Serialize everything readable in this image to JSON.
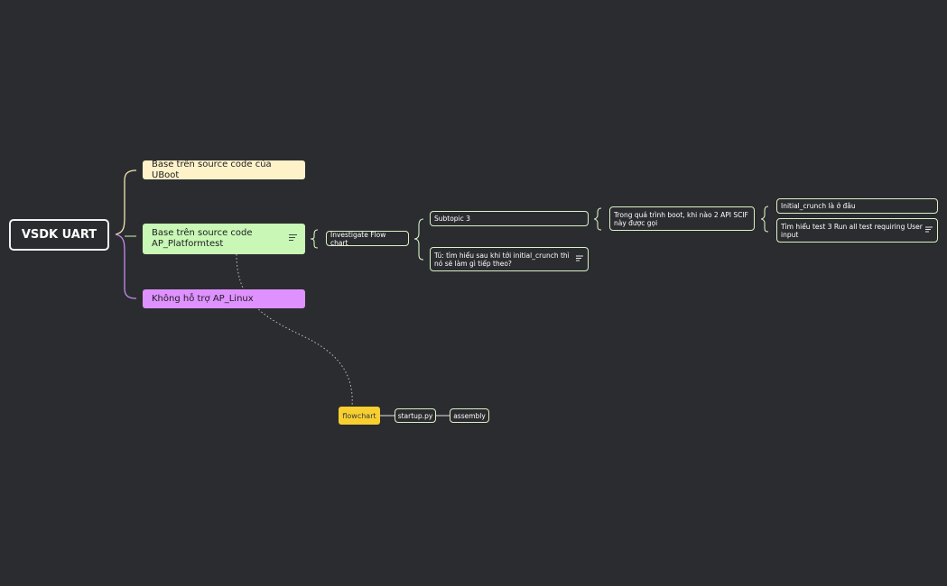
{
  "mindmap": {
    "root": {
      "label": "VSDK UART"
    },
    "topics": [
      {
        "label": "Base trên source code của UBoot",
        "color": "#fef2c9"
      },
      {
        "label": "Base trên source code AP_Platformtest",
        "color": "#c8f7b6",
        "has_note": true
      },
      {
        "label": "Không hỗ trợ AP_Linux",
        "color": "#df91ff"
      }
    ],
    "investigate": {
      "label": "Investigate Flow chart"
    },
    "subtopic3": {
      "label": "Subtopic 3"
    },
    "tu": {
      "label": "Tú: tìm hiểu sau khi tới initial_crunch thì nó sẽ làm gì tiếp theo?",
      "has_note": true
    },
    "trong": {
      "label": "Trong quá trình boot, khi nào 2 API SCIF này được gọi"
    },
    "initial": {
      "label": "Initial_crunch là ở đâu"
    },
    "timhieu": {
      "label": "Tìm hiểu test 3 Run all test requiring User input",
      "has_note": true
    },
    "floating": {
      "flowchart": {
        "label": "flowchart",
        "color": "#f8cf30"
      },
      "startup": {
        "label": "startup.py"
      },
      "assembly": {
        "label": "assembly"
      }
    }
  },
  "icons": {
    "note": "note-lines-icon"
  },
  "colors": {
    "background": "#2b2c2f",
    "uboot": "#fef2c9",
    "ap_platformtest": "#c8f7b6",
    "ap_linux": "#df91ff",
    "flowchart": "#f8cf30",
    "subtopic_border": "#d8f2c7"
  }
}
